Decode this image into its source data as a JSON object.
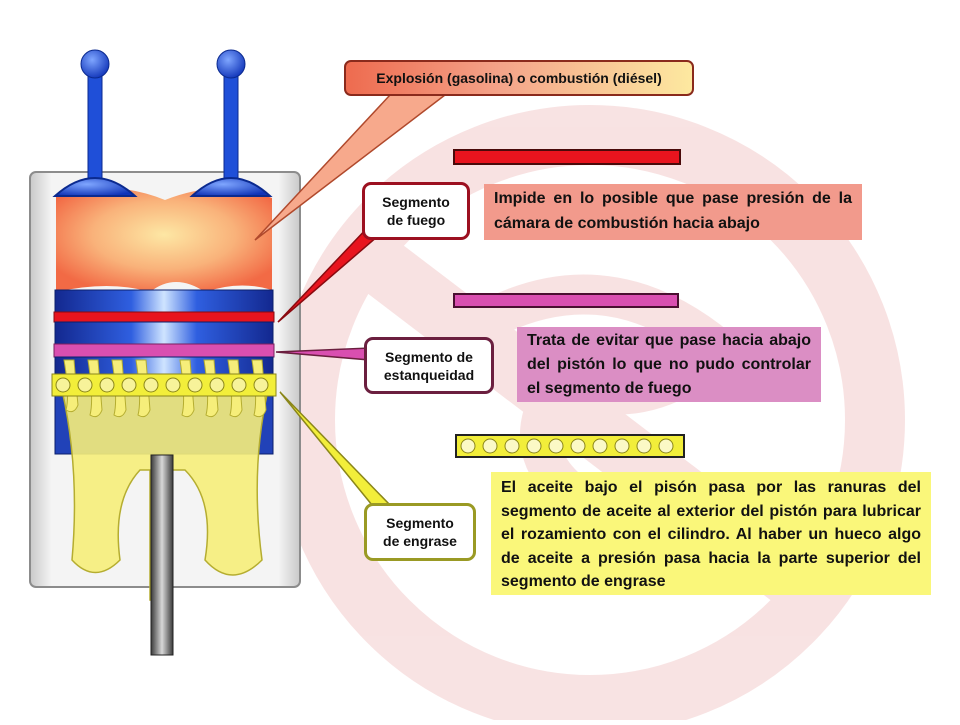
{
  "labels": {
    "explosion": "Explosión (gasolina) o combustión (diésel)",
    "fire_ring": [
      "Segmento",
      "de fuego"
    ],
    "compression_ring": [
      "Segmento de",
      "estanqueidad"
    ],
    "oil_ring": [
      "Segmento",
      "de engrase"
    ]
  },
  "descriptions": {
    "fire_ring": "Impide en lo posible que pase presión de la cámara de combustión hacia abajo",
    "compression_ring": "Trata de evitar que pase hacia abajo del pistón lo que no pudo controlar el segmento de fuego",
    "oil_ring": "El aceite bajo el pisón pasa por las ranuras del segmento de aceite al exterior del pistón para lubricar el rozamiento con el cilindro. Al haber un hueco algo de aceite a presión pasa hacia la parte superior del segmento de engrase"
  },
  "colors": {
    "fire_ring": "#e8141e",
    "compression_ring": "#d94fb0",
    "oil_ring": "#f2ee3a",
    "valves": "#1d4fd6",
    "piston_band": "#1f3fb8",
    "combustion_hot": "#f47a52",
    "combustion_warm": "#fbd882",
    "watermark": "#f2c7c7"
  },
  "icons": {
    "background": "watermark-logo-icon"
  }
}
